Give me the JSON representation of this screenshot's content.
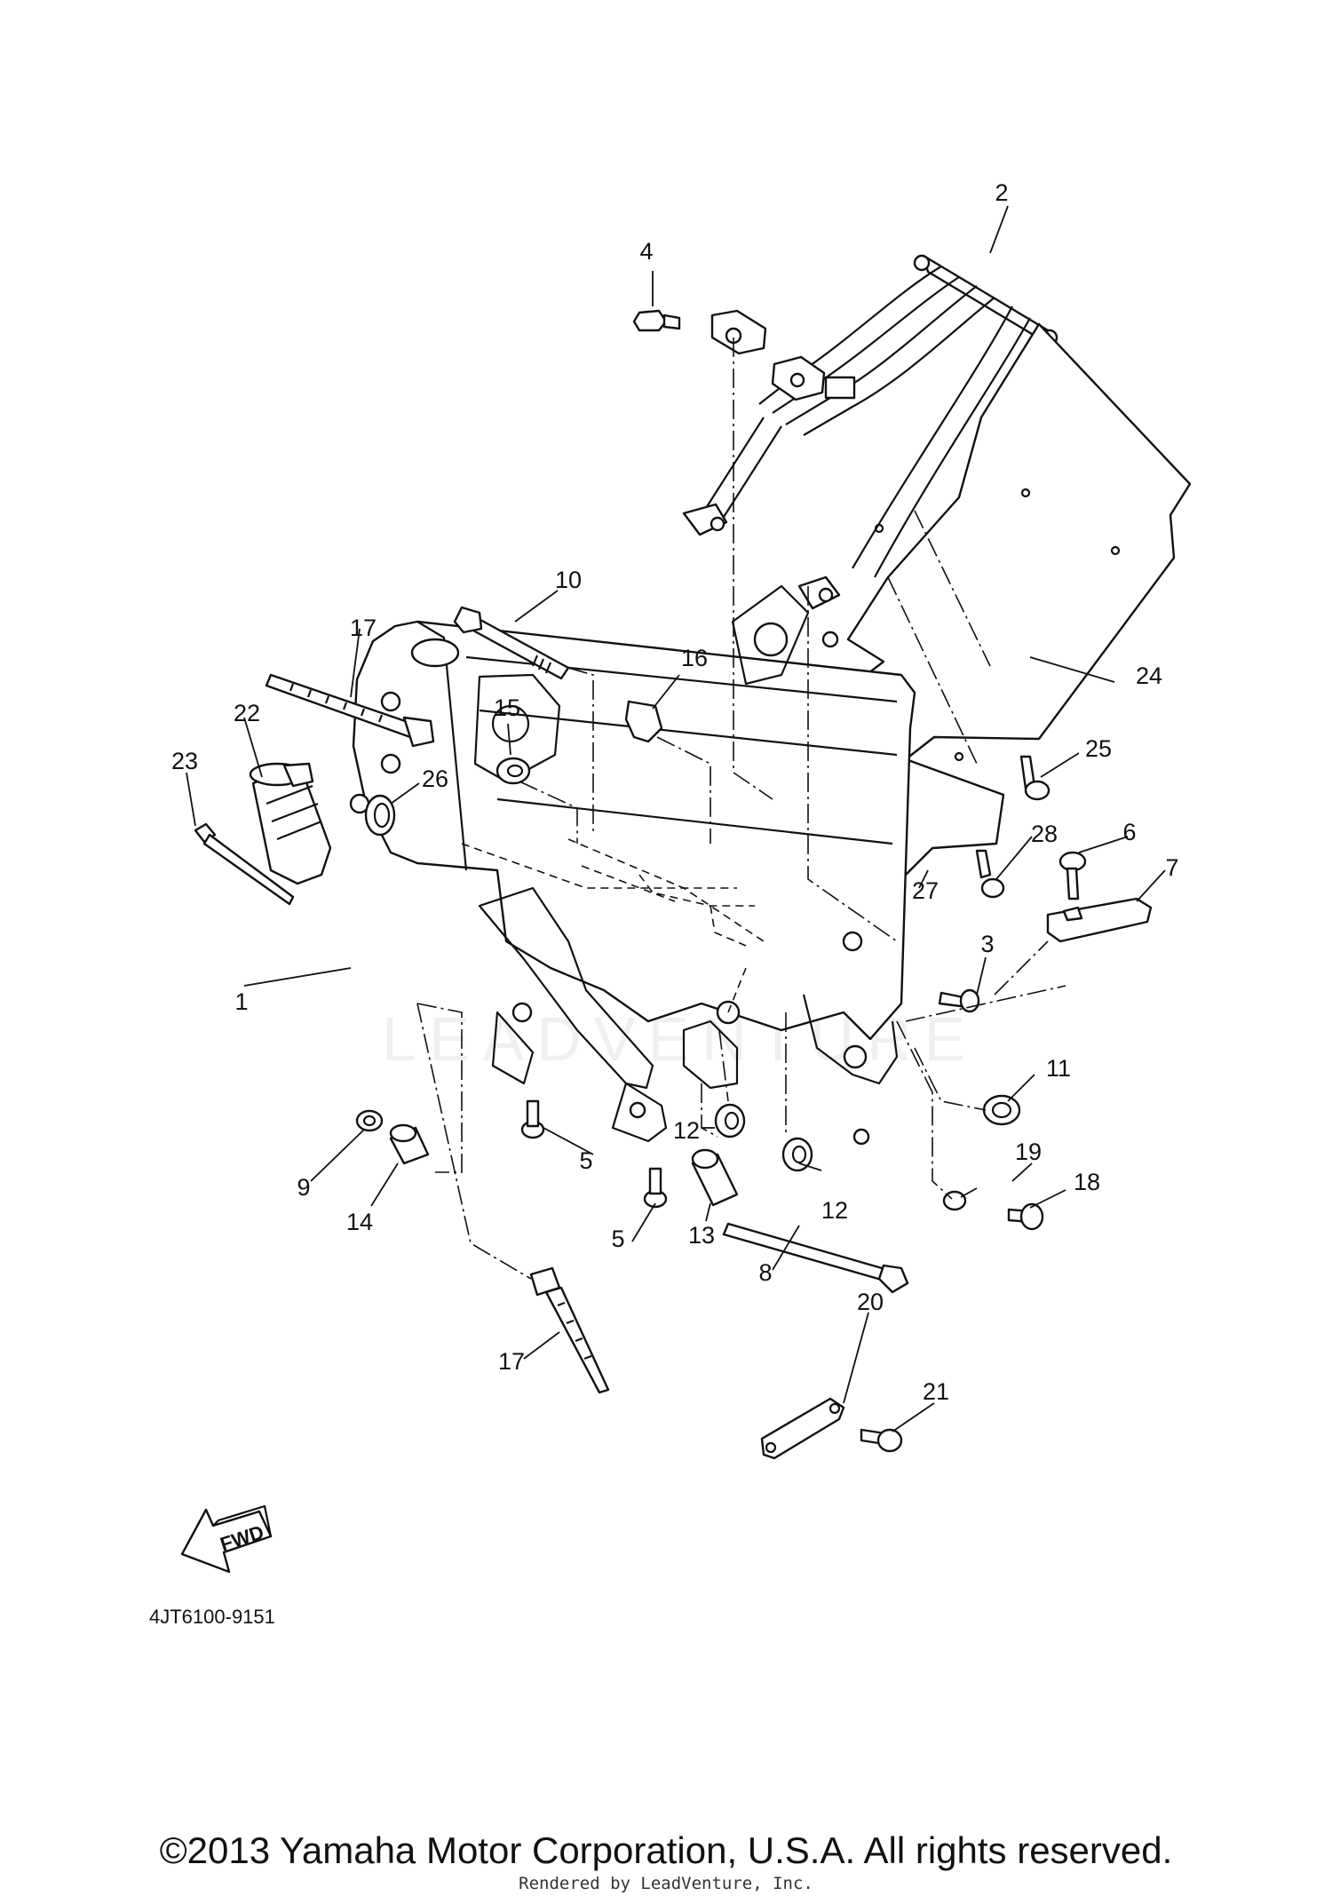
{
  "diagram_code": "4JT6100-9151",
  "fwd_label": "FWD",
  "watermark": "LEADVENTURE",
  "copyright": "©2013 Yamaha Motor Corporation, U.S.A. All rights reserved.",
  "rendered_by": "Rendered by LeadVenture, Inc.",
  "callouts": {
    "c1": "1",
    "c2": "2",
    "c3": "3",
    "c4": "4",
    "c5a": "5",
    "c5b": "5",
    "c6": "6",
    "c7": "7",
    "c8": "8",
    "c9": "9",
    "c10": "10",
    "c11": "11",
    "c12a": "12",
    "c12b": "12",
    "c13": "13",
    "c14": "14",
    "c15": "15",
    "c16": "16",
    "c17a": "17",
    "c17b": "17",
    "c18": "18",
    "c19": "19",
    "c20": "20",
    "c21": "21",
    "c22": "22",
    "c23": "23",
    "c24": "24",
    "c25": "25",
    "c26": "26",
    "c27": "27",
    "c28": "28"
  }
}
